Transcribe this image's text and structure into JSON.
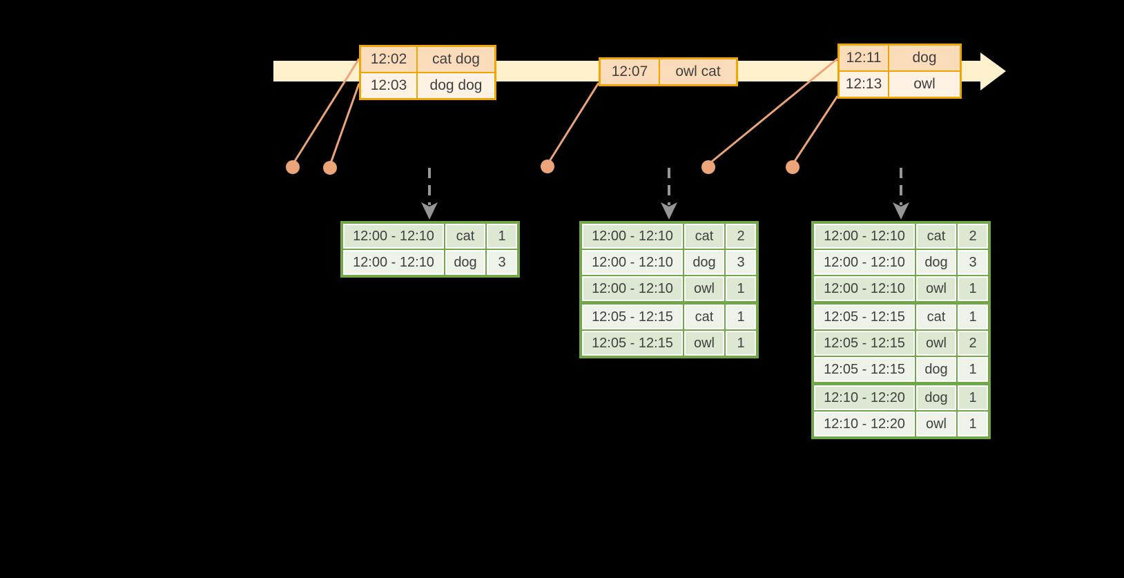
{
  "diagram": {
    "title": "streaming-windowed-word-count-diagram",
    "background_color": "#000000",
    "timeline_band_color": "#fcf0cd",
    "event_table_border_color": "#f0a500",
    "event_cell_dark_color": "#fbdcba",
    "event_cell_light_color": "#fdf2e4",
    "event_marker_color": "#eba578",
    "result_table_border_color": "#71a847",
    "result_cell_dark_color": "#dde8d3",
    "result_cell_light_color": "#eef3ea",
    "trigger_arrow_color": "#969696",
    "text_color": "#3f3f3f"
  },
  "event_tables": [
    {
      "rows": [
        {
          "time": "12:02",
          "words": "cat dog"
        },
        {
          "time": "12:03",
          "words": "dog dog"
        }
      ]
    },
    {
      "rows": [
        {
          "time": "12:07",
          "words": "owl cat"
        }
      ]
    },
    {
      "rows": [
        {
          "time": "12:11",
          "words": "dog"
        },
        {
          "time": "12:13",
          "words": "owl"
        }
      ]
    }
  ],
  "result_tables": [
    {
      "group_starts": [],
      "rows": [
        {
          "window": "12:00 - 12:10",
          "word": "cat",
          "count": "1"
        },
        {
          "window": "12:00 - 12:10",
          "word": "dog",
          "count": "3"
        }
      ]
    },
    {
      "group_starts": [
        3
      ],
      "rows": [
        {
          "window": "12:00 - 12:10",
          "word": "cat",
          "count": "2"
        },
        {
          "window": "12:00 - 12:10",
          "word": "dog",
          "count": "3"
        },
        {
          "window": "12:00 - 12:10",
          "word": "owl",
          "count": "1"
        },
        {
          "window": "12:05 - 12:15",
          "word": "cat",
          "count": "1"
        },
        {
          "window": "12:05 - 12:15",
          "word": "owl",
          "count": "1"
        }
      ]
    },
    {
      "group_starts": [
        3,
        6
      ],
      "rows": [
        {
          "window": "12:00 - 12:10",
          "word": "cat",
          "count": "2"
        },
        {
          "window": "12:00 - 12:10",
          "word": "dog",
          "count": "3"
        },
        {
          "window": "12:00 - 12:10",
          "word": "owl",
          "count": "1"
        },
        {
          "window": "12:05 - 12:15",
          "word": "cat",
          "count": "1"
        },
        {
          "window": "12:05 - 12:15",
          "word": "owl",
          "count": "2"
        },
        {
          "window": "12:05 - 12:15",
          "word": "dog",
          "count": "1"
        },
        {
          "window": "12:10 - 12:20",
          "word": "dog",
          "count": "1"
        },
        {
          "window": "12:10 - 12:20",
          "word": "owl",
          "count": "1"
        }
      ]
    }
  ]
}
